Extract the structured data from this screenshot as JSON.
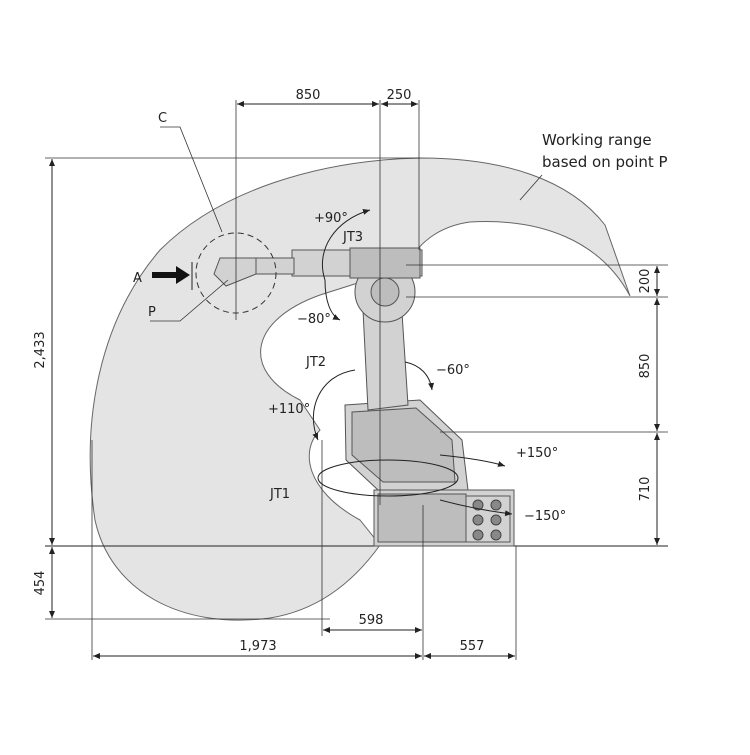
{
  "title": "",
  "dimensions": {
    "top_reach": "850",
    "top_offset": "250",
    "total_height": "2,433",
    "below_base": "454",
    "upper_arm": "200",
    "mid_height": "850",
    "base_height": "710",
    "inner_radius": "598",
    "rear_reach": "1,973",
    "rear_offset": "557"
  },
  "labels": {
    "working_range_line1": "Working range",
    "working_range_line2": "based on point P",
    "point_c": "C",
    "point_a": "A",
    "point_p": "P",
    "jt1": "JT1",
    "jt2": "JT2",
    "jt3": "JT3",
    "jt3_pos": "+90°",
    "jt3_neg": "−80°",
    "jt2_pos": "+110°",
    "jt2_neg": "−60°",
    "jt1_pos": "+150°",
    "jt1_neg": "−150°"
  },
  "colors": {
    "range_fill": "#e4e4e4",
    "robot_body": "#d2d2d2",
    "outline": "#222222"
  }
}
